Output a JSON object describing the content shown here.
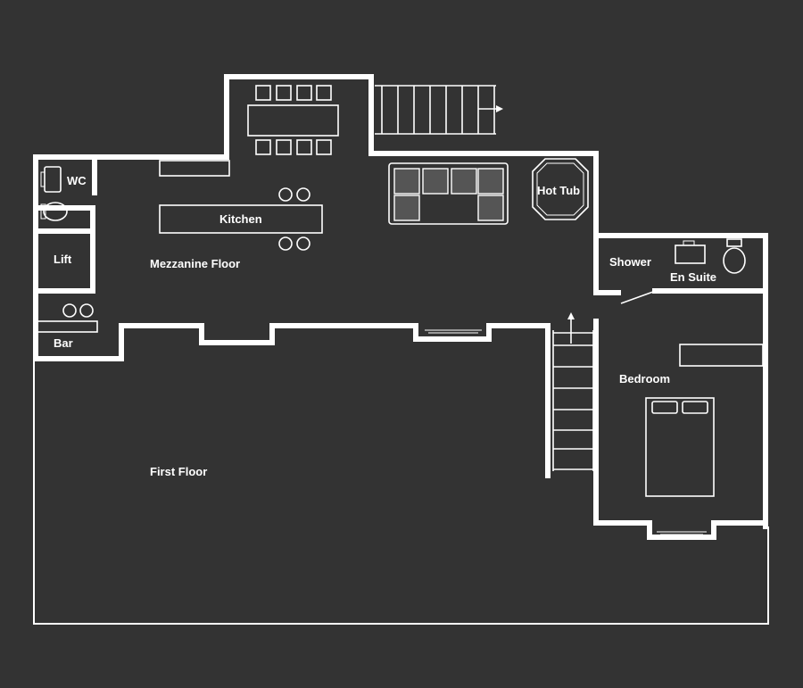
{
  "rooms": {
    "wc": "WC",
    "lift": "Lift",
    "bar": "Bar",
    "kitchen": "Kitchen",
    "mezzanine_floor": "Mezzanine Floor",
    "hot_tub": "Hot Tub",
    "shower": "Shower",
    "en_suite": "En Suite",
    "bedroom": "Bedroom",
    "first_floor": "First Floor"
  },
  "colors": {
    "background": "#333333",
    "walls": "#ffffff"
  }
}
